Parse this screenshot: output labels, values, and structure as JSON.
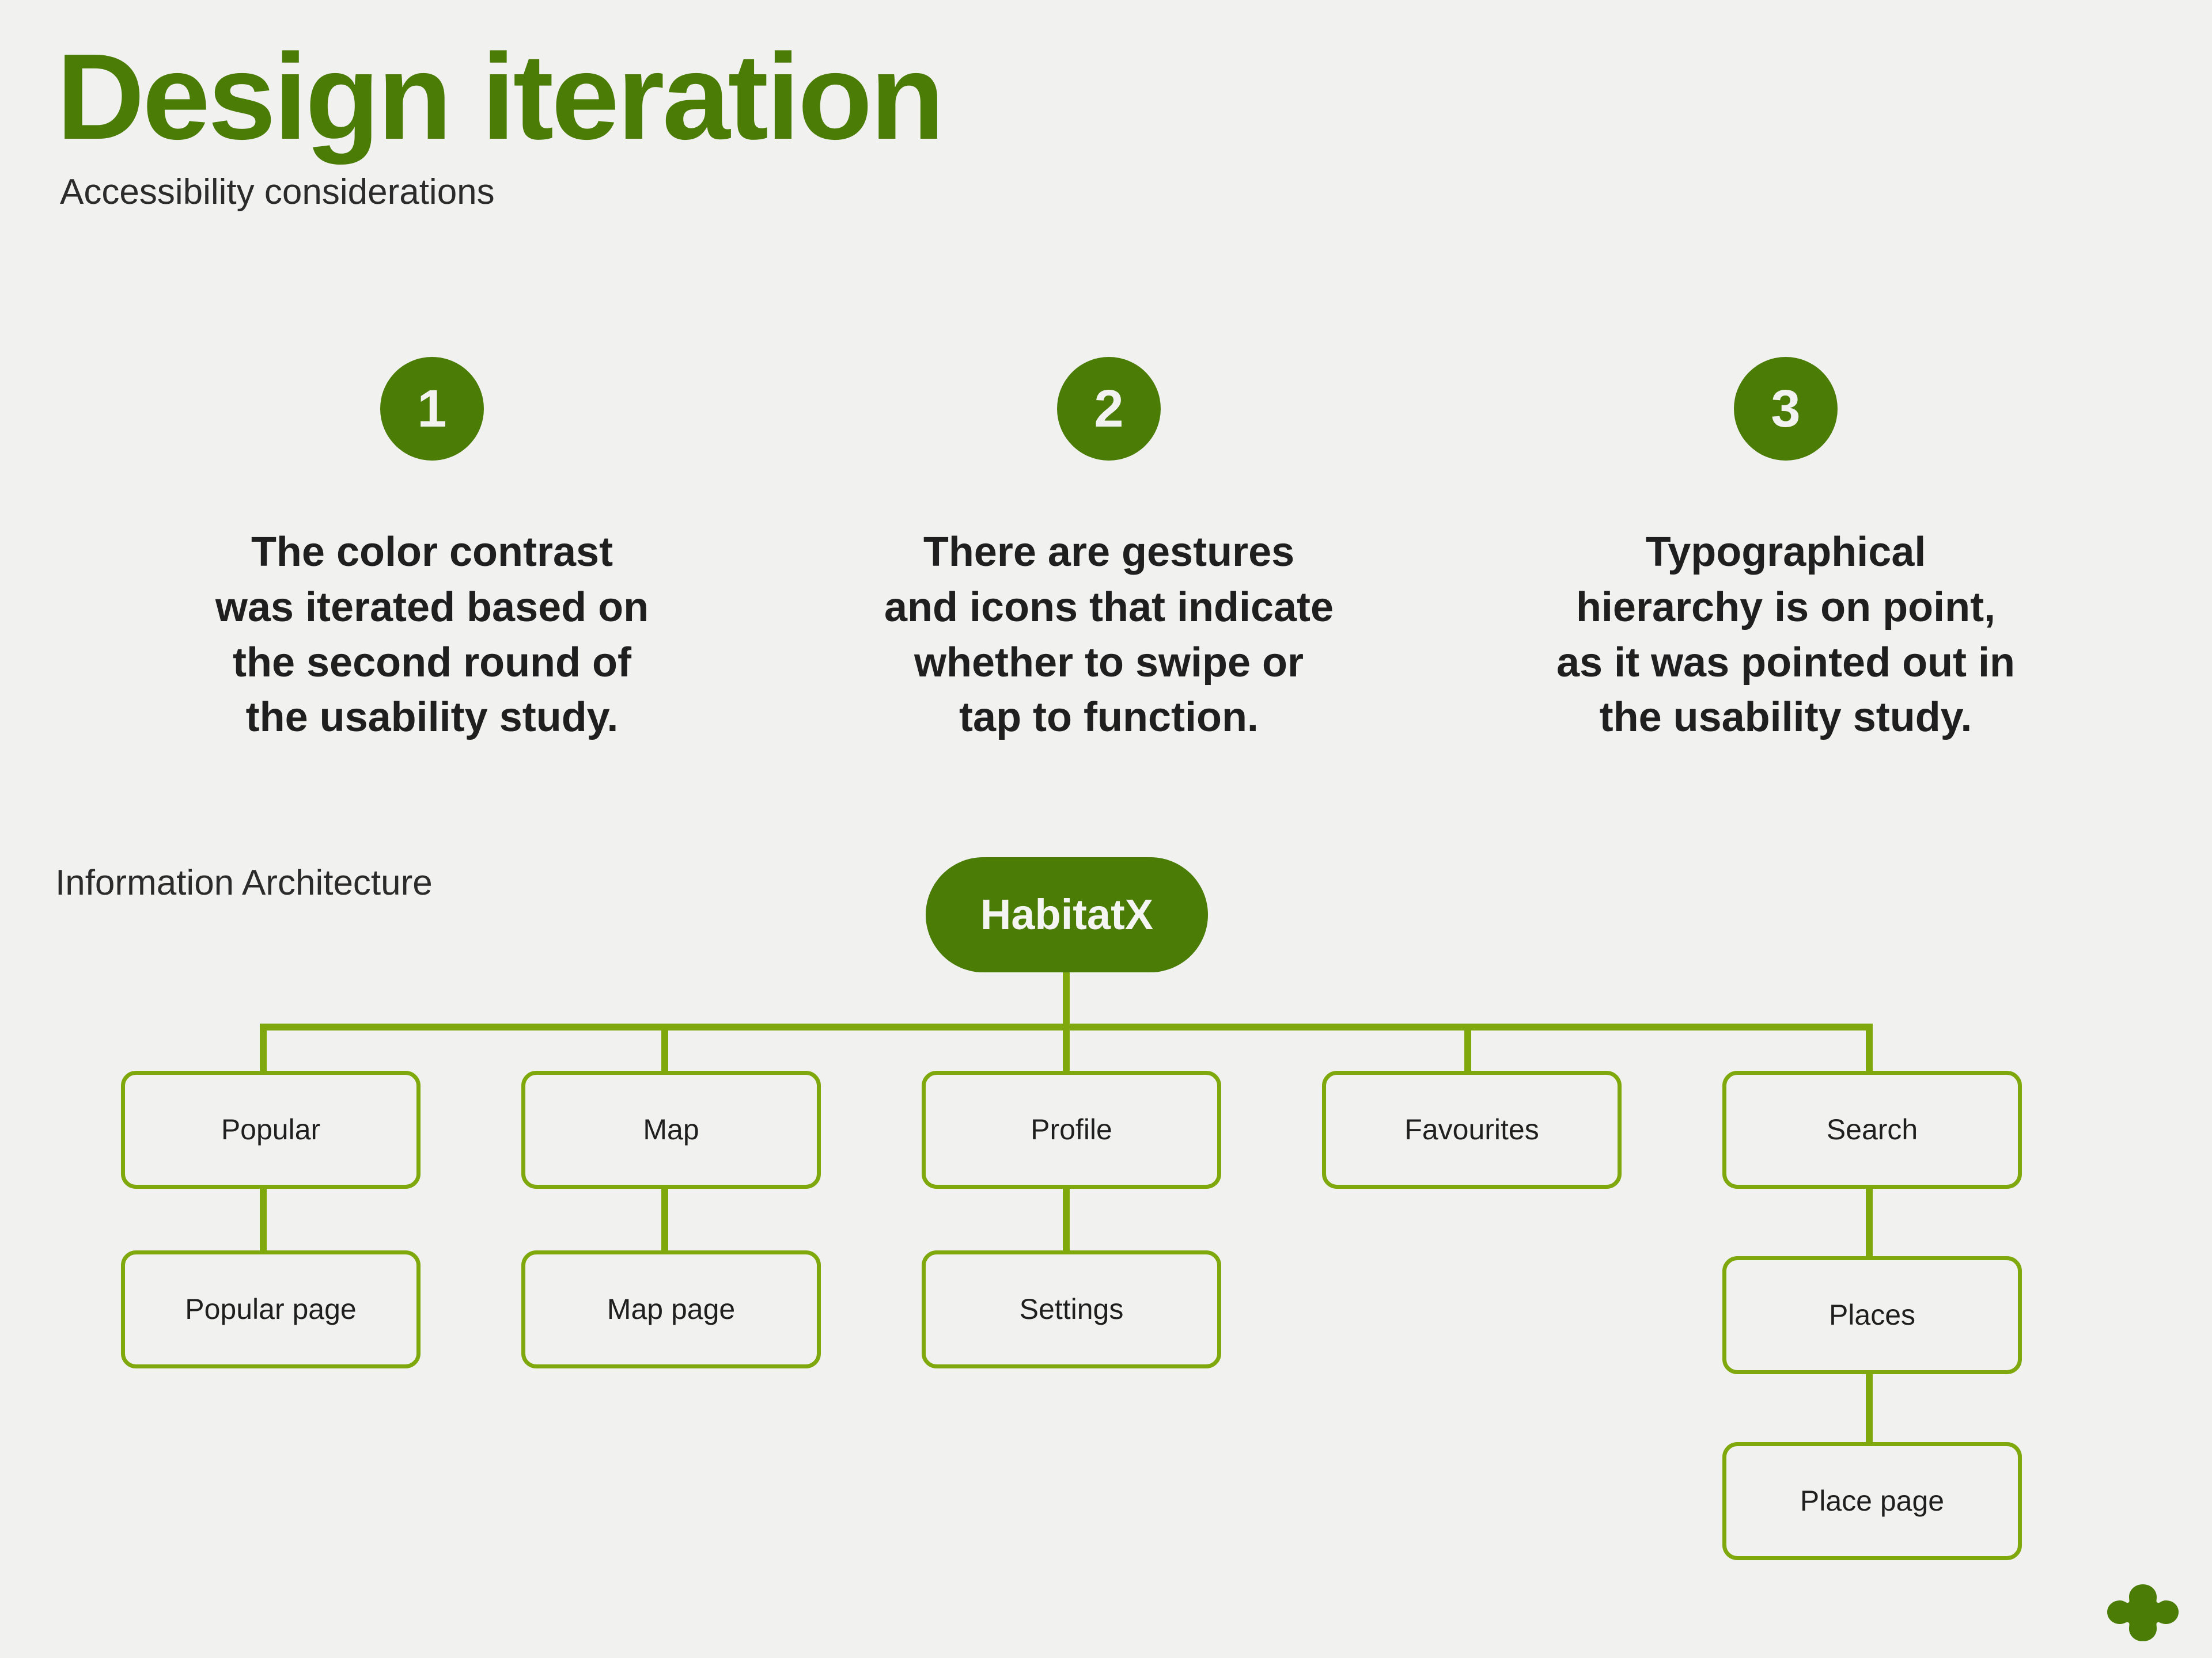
{
  "header": {
    "title": "Design iteration",
    "subtitle": "Accessibility considerations"
  },
  "considerations": [
    {
      "number": "1",
      "text": "The color contrast was iterated based on the second round of the usability study."
    },
    {
      "number": "2",
      "text": "There are gestures and icons that indicate whether to swipe or tap to function."
    },
    {
      "number": "3",
      "text": "Typographical hierarchy is on point, as it was pointed out in the usability study."
    }
  ],
  "information_architecture": {
    "section_label": "Information Architecture",
    "root": {
      "label": "HabitatX"
    },
    "branches": [
      {
        "label": "Popular",
        "children": [
          {
            "label": "Popular page"
          }
        ]
      },
      {
        "label": "Map",
        "children": [
          {
            "label": "Map page"
          }
        ]
      },
      {
        "label": "Profile",
        "children": [
          {
            "label": "Settings"
          }
        ]
      },
      {
        "label": "Favourites",
        "children": []
      },
      {
        "label": "Search",
        "children": [
          {
            "label": "Places",
            "children": [
              {
                "label": "Place page"
              }
            ]
          }
        ]
      }
    ]
  },
  "colors": {
    "background": "#f1f1f0",
    "brand_dark_green": "#4a7c06",
    "brand_line_green": "#7fa80c",
    "text_dark": "#1f1f1f"
  },
  "footer": {
    "logo_icon": "clover-logo-icon"
  }
}
